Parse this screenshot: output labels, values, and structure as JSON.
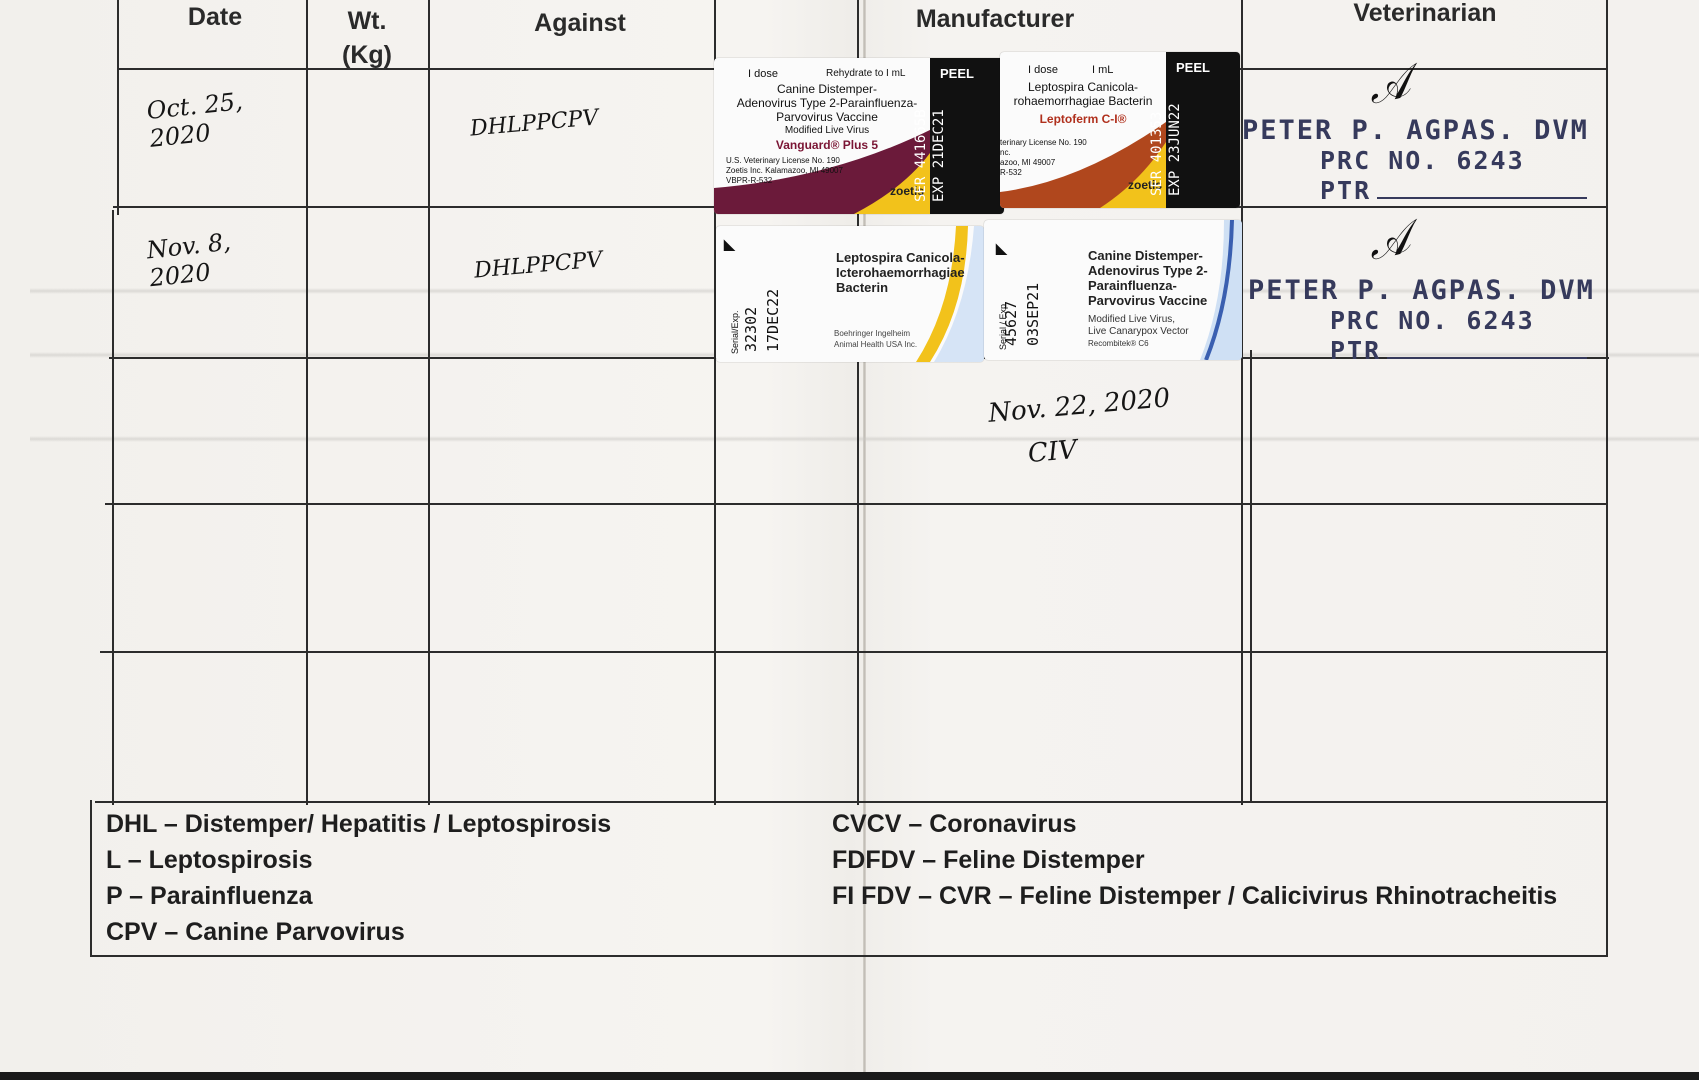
{
  "headers": {
    "date": "Date",
    "weight": "Wt.\n(Kg)",
    "against": "Against",
    "manufacturer": "Manufacturer",
    "veterinarian": "Veterinarian"
  },
  "rows": [
    {
      "date": "Oct. 25,\n2020",
      "against": "DHLPPCPV"
    },
    {
      "date": "Nov. 8,\n2020",
      "against": "DHLPPCPV"
    }
  ],
  "extra_note": {
    "date": "Nov. 22, 2020",
    "vaccine": "CIV"
  },
  "labels": {
    "vanguard": {
      "top_left": "I dose",
      "top_right": "Rehydrate to I mL",
      "line1": "Canine Distemper-",
      "line2": "Adenovirus Type 2-Parainfluenza-",
      "line3": "Parvovirus Vaccine",
      "line4": "Modified Live Virus",
      "brand": "Vanguard® Plus 5",
      "f1": "U.S. Veterinary License No. 190",
      "f2": "Zoetis Inc. Kalamazoo, MI 49007",
      "f3": "VBPR-R-532",
      "logo": "zoetis",
      "peel": "PEEL",
      "serial": "SER 441665B",
      "exp": "EXP 21DEC21"
    },
    "leptoferm": {
      "top_left": "I dose",
      "top_right": "I mL",
      "line1": "Leptospira Canicola-",
      "line2": "rohaemorrhagiae Bacterin",
      "brand": "Leptoferm C-I®",
      "f1": "terinary License No. 190",
      "f2": "nc.",
      "f3": "azoo, MI 49007",
      "f4": "R-532",
      "logo": "zoetis",
      "peel": "PEEL",
      "serial": "SER 401353",
      "exp": "EXP 23JUN22"
    },
    "lepto_bi": {
      "side": "Serial/Exp.",
      "serial": "32302",
      "exp": "17DEC22",
      "line1": "Leptospira Canicola-",
      "line2": "Icterohaemorrhagiae",
      "line3": "Bacterin",
      "maker1": "Boehringer Ingelheim",
      "maker2": "Animal Health USA Inc."
    },
    "recombitek": {
      "side": "Serial / Exp.",
      "serial": "45627",
      "exp": "03SEP21",
      "line1": "Canine Distemper-",
      "line2": "Adenovirus Type 2-",
      "line3": "Parainfluenza-",
      "line4": "Parvovirus Vaccine",
      "line5": "Modified Live Virus,",
      "line6": "Live Canarypox Vector",
      "line7": "Recombitek® C6"
    }
  },
  "stamps": [
    {
      "name": "PETER P. AGPAS. DVM",
      "prc": "PRC NO. 6243",
      "ptr": "PTR"
    },
    {
      "name": "PETER P. AGPAS. DVM",
      "prc": "PRC NO. 6243",
      "ptr": "PTR"
    }
  ],
  "legend_left": [
    "DHL – Distemper/ Hepatitis / Leptospirosis",
    "L – Leptospirosis",
    "P – Parainfluenza",
    "CPV – Canine Parvovirus"
  ],
  "legend_right": [
    "CVCV – Coronavirus",
    "FDFDV – Feline Distemper",
    "FI FDV – CVR – Feline Distemper / Calicivirus Rhinotracheitis"
  ]
}
